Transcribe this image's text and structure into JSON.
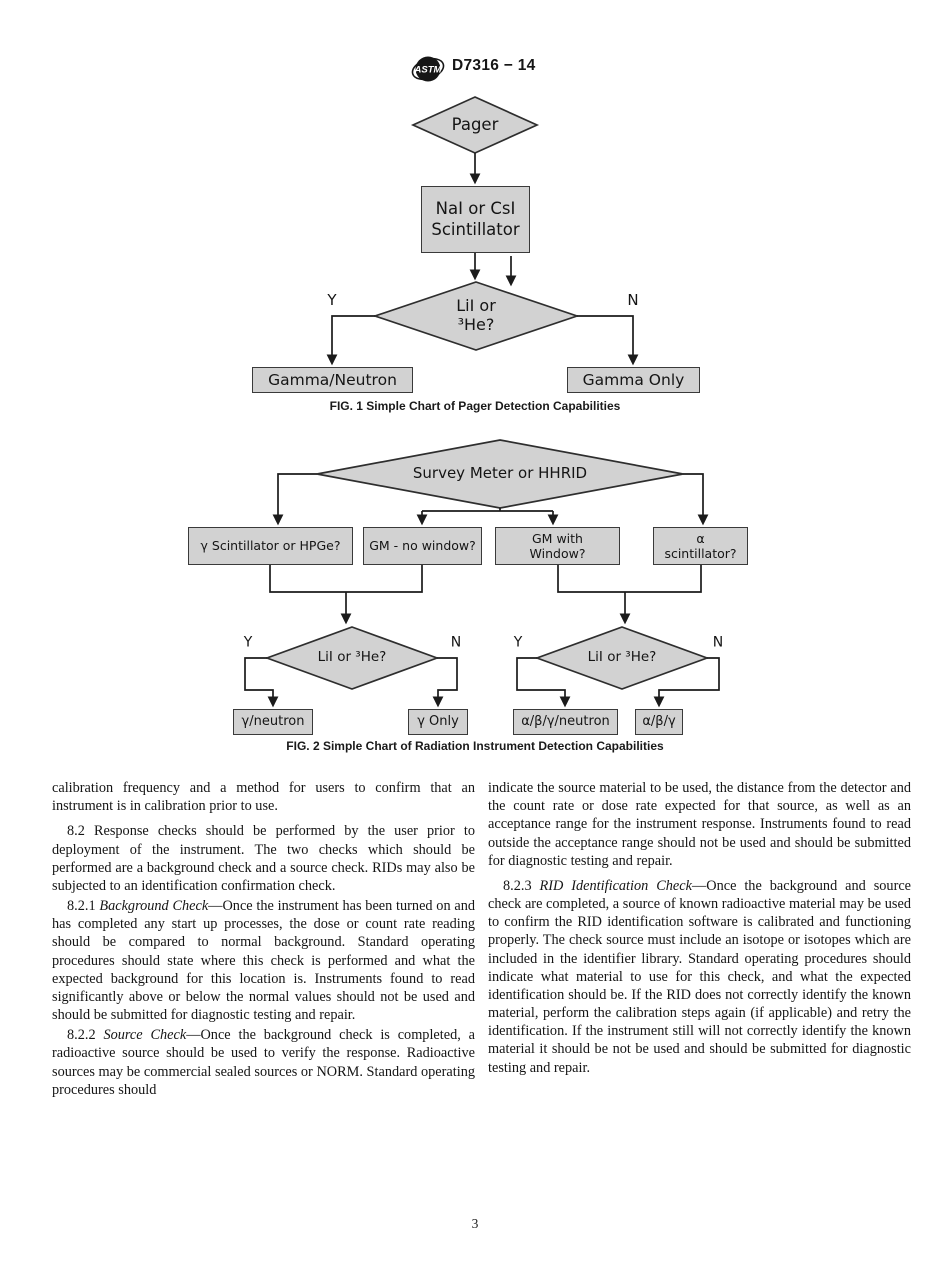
{
  "header": {
    "doc_number": "D7316 − 14",
    "logo": "astm-logo"
  },
  "fig1": {
    "pager": "Pager",
    "detector": "NaI or CsI\nScintillator",
    "decision": "LiI or\n³He?",
    "yes": "Y",
    "no": "N",
    "yes_result": "Gamma/Neutron",
    "no_result": "Gamma Only",
    "caption": "FIG. 1  Simple Chart of Pager Detection Capabilities"
  },
  "fig2": {
    "root": "Survey Meter or HHRID",
    "branch1": "γ Scintillator or HPGe?",
    "branch2": "GM - no window?",
    "branch3": "GM with\nWindow?",
    "branch4": "α\nscintillator?",
    "decision_left": "LiI or ³He?",
    "decision_right": "LiI or ³He?",
    "yes_left": "Y",
    "no_left": "N",
    "yes_right": "Y",
    "no_right": "N",
    "result1": "γ/neutron",
    "result2": "γ Only",
    "result3": "α/β/γ/neutron",
    "result4": "α/β/γ",
    "caption": "FIG. 2 Simple Chart of Radiation Instrument Detection Capabilities"
  },
  "body": {
    "left_column": [
      {
        "indent": false,
        "gap": false,
        "runs": [
          {
            "t": "calibration frequency and a method for users to confirm that an instrument is in calibration prior to use.",
            "i": false
          }
        ]
      },
      {
        "indent": true,
        "gap": true,
        "runs": [
          {
            "t": "8.2  Response checks should be performed by the user prior to deployment of the instrument. The two checks which should be performed are a background check and a source check. RIDs may also be subjected to an identification confirmation check.",
            "i": false
          }
        ]
      },
      {
        "indent": true,
        "gap": false,
        "runs": [
          {
            "t": "8.2.1 ",
            "i": false
          },
          {
            "t": "Background Check",
            "i": true
          },
          {
            "t": "—Once the instrument has been turned on and has completed any start up processes, the dose or count rate reading should be compared to normal background. Standard operating procedures should state where this check is performed and what the expected background for this location is. Instruments found to read significantly above or below the normal values should not be used and should be submitted for diagnostic testing and repair.",
            "i": false
          }
        ]
      },
      {
        "indent": true,
        "gap": false,
        "runs": [
          {
            "t": "8.2.2 ",
            "i": false
          },
          {
            "t": "Source Check",
            "i": true
          },
          {
            "t": "—Once the background check is completed, a radioactive source should be used to verify the response. Radioactive sources may be commercial sealed sources or NORM. Standard operating procedures should",
            "i": false
          }
        ]
      }
    ],
    "right_column": [
      {
        "indent": false,
        "gap": false,
        "runs": [
          {
            "t": "indicate the source material to be used, the distance from the detector and the count rate or dose rate expected for that source, as well as an acceptance range for the instrument response. Instruments found to read outside the acceptance range should not be used and should be submitted for diagnostic testing and repair.",
            "i": false
          }
        ]
      },
      {
        "indent": true,
        "gap": true,
        "runs": [
          {
            "t": "8.2.3 ",
            "i": false
          },
          {
            "t": "RID Identification Check",
            "i": true
          },
          {
            "t": "—Once the background and source check are completed, a source of known radioactive material may be used to confirm the RID identification software is calibrated and functioning properly. The check source must include an isotope or isotopes which are included in the identifier library. Standard operating procedures should indicate what material to use for this check, and what the expected identification should be. If the RID does not correctly identify the known material, perform the calibration steps again (if applicable) and retry the identification. If the instrument still will not correctly identify the known material it should be not be used and should be submitted for diagnostic testing and repair.",
            "i": false
          }
        ]
      }
    ]
  },
  "footer": {
    "page_number": "3"
  }
}
